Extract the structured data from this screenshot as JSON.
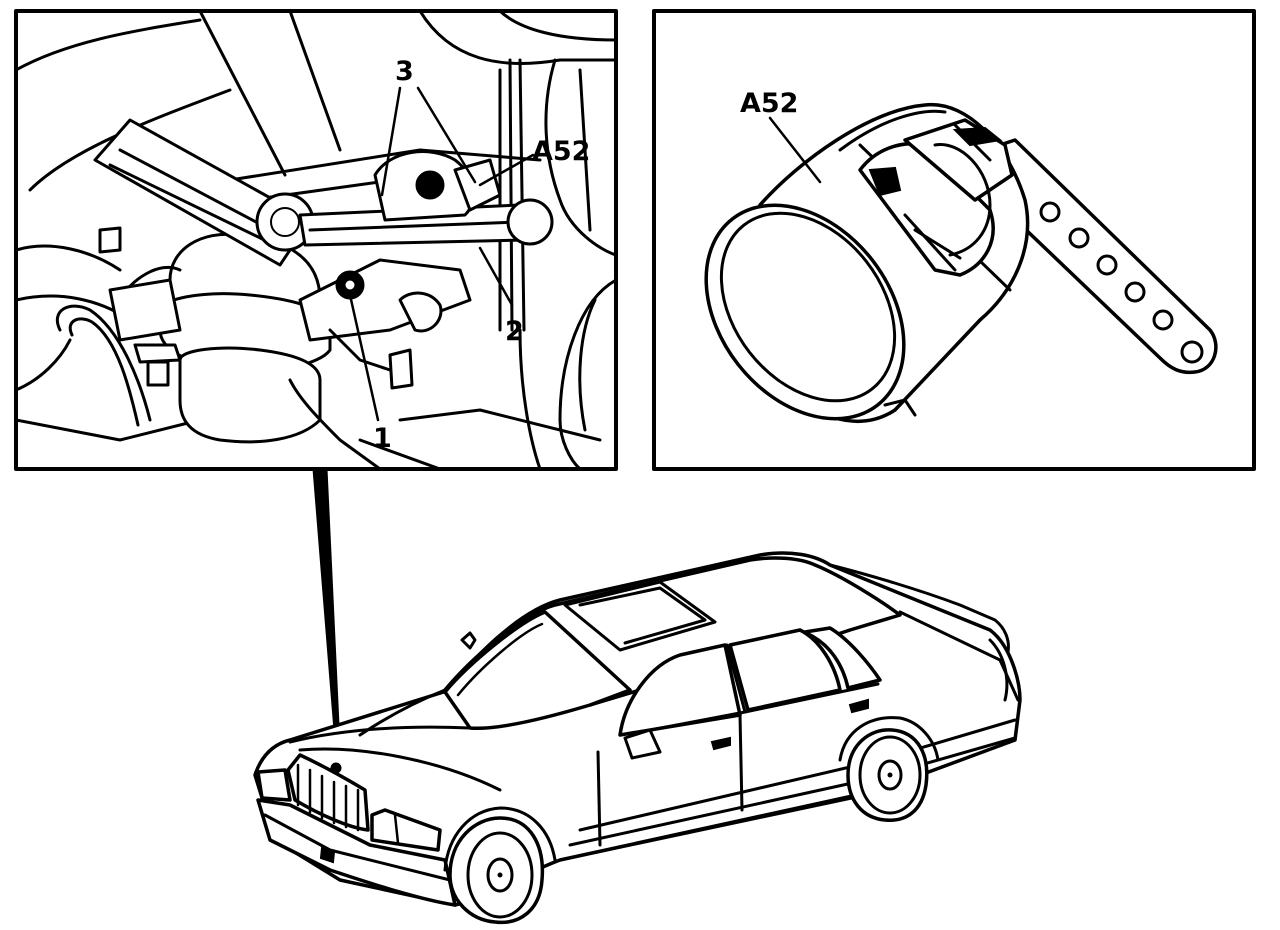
{
  "diagram": {
    "left_panel": {
      "callouts": [
        {
          "id": "c1",
          "text": "1"
        },
        {
          "id": "c2",
          "text": "2"
        },
        {
          "id": "c3",
          "text": "3"
        },
        {
          "id": "ca52",
          "text": "A52"
        }
      ]
    },
    "right_panel": {
      "callouts": [
        {
          "id": "ca52r",
          "text": "A52"
        }
      ]
    },
    "colors": {
      "ink": "#000000",
      "paper": "#ffffff"
    }
  }
}
